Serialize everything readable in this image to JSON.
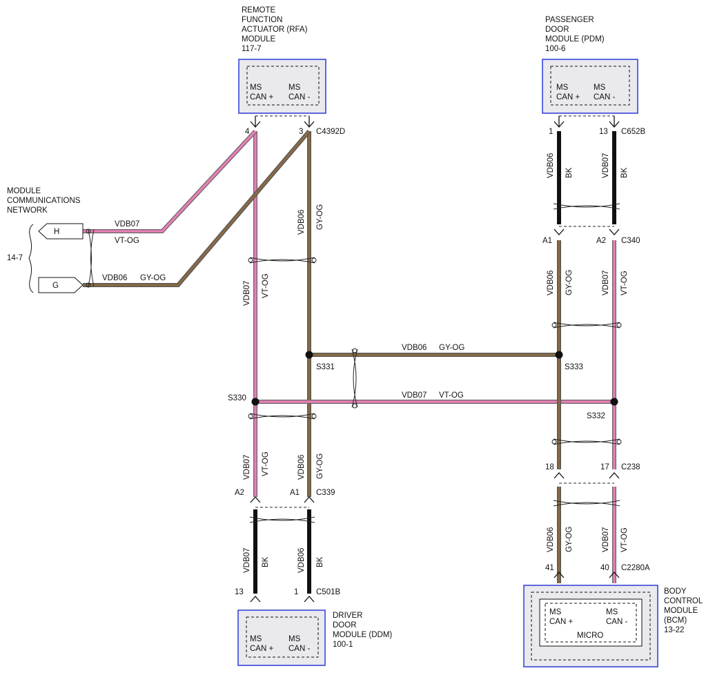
{
  "colors": {
    "pink": "#e87fb6",
    "brown": "#8a6a45",
    "black": "#111111",
    "module_border": "#2a3bd6",
    "module_fill": "#e9e9ee"
  },
  "network": {
    "title_lines": [
      "MODULE",
      "COMMUNICATIONS",
      "NETWORK"
    ],
    "ref": "14-7",
    "h_label": "H",
    "g_label": "G",
    "h_circuit": "VDB07",
    "h_color": "VT-OG",
    "g_circuit": "VDB06",
    "g_color": "GY-OG"
  },
  "rfa": {
    "title_lines": [
      "REMOTE",
      "FUNCTION",
      "ACTUATOR (RFA)",
      "MODULE",
      "117-7"
    ],
    "pin_plus": [
      "MS",
      "CAN +"
    ],
    "pin_minus": [
      "MS",
      "CAN -"
    ],
    "connector": "C4392D",
    "pin_a": "4",
    "pin_b": "3"
  },
  "pdm": {
    "title_lines": [
      "PASSENGER",
      "DOOR",
      "MODULE (PDM)",
      "100-6"
    ],
    "pin_plus": [
      "MS",
      "CAN +"
    ],
    "pin_minus": [
      "MS",
      "CAN -"
    ],
    "connector": "C652B",
    "pin_a": "1",
    "pin_b": "13"
  },
  "ddm": {
    "title_lines": [
      "DRIVER",
      "DOOR",
      "MODULE (DDM)",
      "100-1"
    ],
    "pin_plus": [
      "MS",
      "CAN +"
    ],
    "pin_minus": [
      "MS",
      "CAN -"
    ],
    "connector": "C501B",
    "pin_a": "13",
    "pin_b": "1"
  },
  "bcm": {
    "title_lines": [
      "BODY",
      "CONTROL",
      "MODULE",
      "(BCM)",
      "13-22"
    ],
    "pin_plus": [
      "MS",
      "CAN +"
    ],
    "pin_minus": [
      "MS",
      "CAN -"
    ],
    "micro": "MICRO",
    "connector": "C2280A",
    "pin_a": "41",
    "pin_b": "40"
  },
  "connectors": {
    "c340": "C340",
    "c340_a": "A1",
    "c340_b": "A2",
    "c339": "C339",
    "c339_a": "A2",
    "c339_b": "A1",
    "c238": "C238",
    "c238_a": "18",
    "c238_b": "17"
  },
  "splices": {
    "s330": "S330",
    "s331": "S331",
    "s332": "S332",
    "s333": "S333"
  },
  "wires": {
    "vdb06": "VDB06",
    "vdb07": "VDB07",
    "gy_og": "GY-OG",
    "vt_og": "VT-OG",
    "bk": "BK"
  }
}
